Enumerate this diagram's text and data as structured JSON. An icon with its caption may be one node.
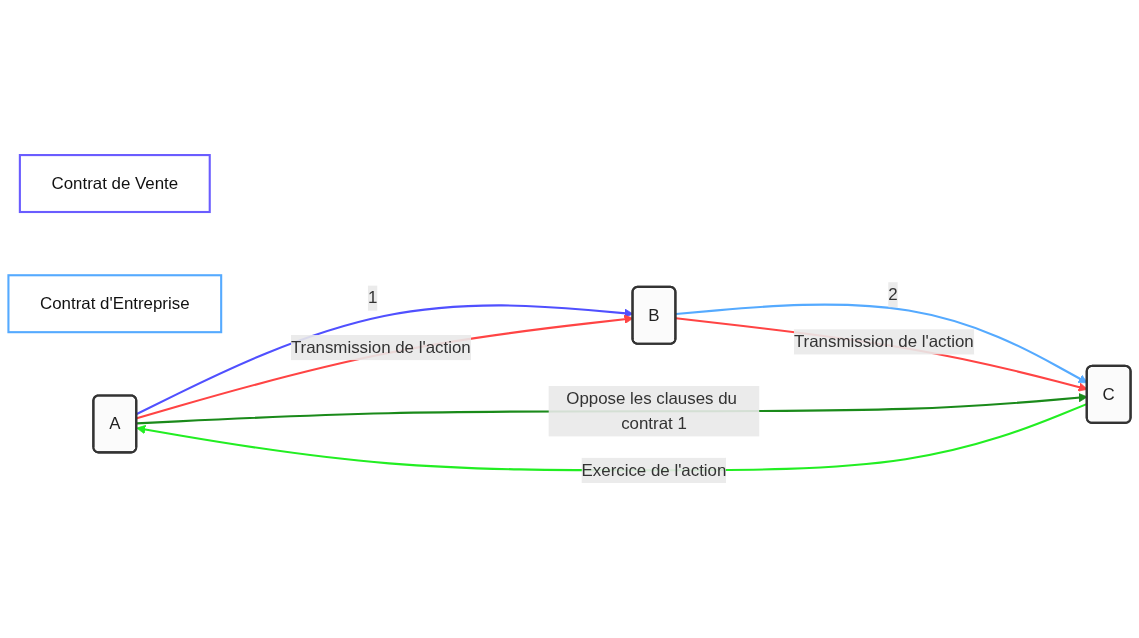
{
  "diagram": {
    "nodes": [
      {
        "text": [
          "Contrat de Vente"
        ]
      },
      {
        "text": [
          "Contrat d'Entreprise"
        ]
      },
      {
        "text": [
          "A"
        ]
      },
      {
        "text": [
          "B"
        ]
      },
      {
        "text": [
          "C"
        ]
      }
    ],
    "edges": [
      {
        "from": 2,
        "to": 3,
        "arrow": "to",
        "label": "1",
        "color": "#5050ff"
      },
      {
        "from": 3,
        "to": 4,
        "arrow": "to",
        "label": "2",
        "color": "#55aaff"
      },
      {
        "from": 2,
        "to": 3,
        "arrow": "to",
        "label": "Transmission de l'action",
        "color": "#ff4444"
      },
      {
        "from": 3,
        "to": 4,
        "arrow": "to",
        "label": "Transmission de l'action",
        "color": "#ff4444"
      },
      {
        "from": 4,
        "to": 2,
        "arrow": "to",
        "label": "Exercice de l'action",
        "color": "#22ee22"
      },
      {
        "from": 2,
        "to": 4,
        "arrow": "to",
        "label": "Oppose les clauses du contrat 1",
        "color": "#1a8a1a"
      }
    ]
  }
}
